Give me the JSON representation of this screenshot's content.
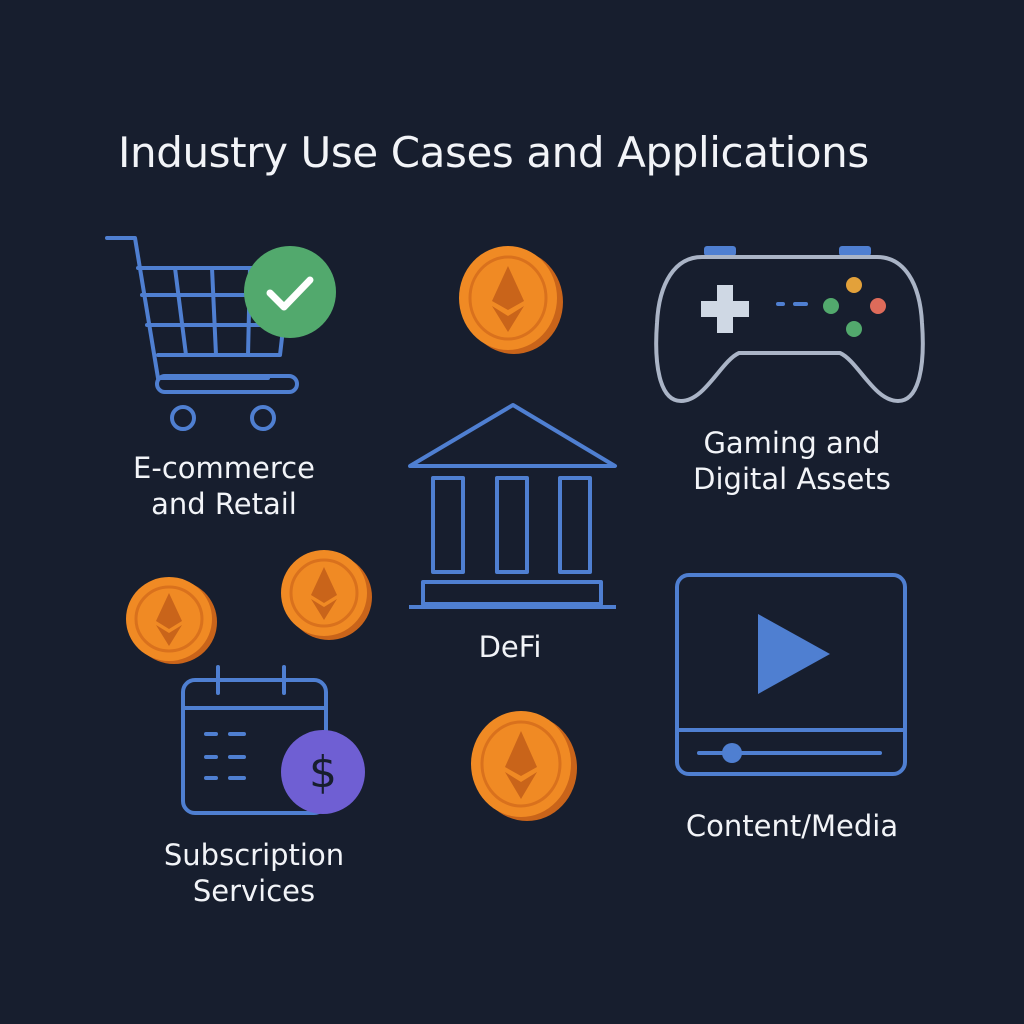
{
  "title": "Industry Use Cases and Applications",
  "use_cases": [
    {
      "lines": [
        "E-commerce",
        "and Retail"
      ],
      "icon": "shopping-cart-check-icon"
    },
    {
      "lines": [
        "DeFi"
      ],
      "icon": "bank-icon"
    },
    {
      "lines": [
        "Gaming and",
        "Digital Assets"
      ],
      "icon": "game-controller-icon"
    },
    {
      "lines": [
        "Subscription",
        "Services"
      ],
      "icon": "calendar-dollar-icon"
    },
    {
      "lines": [
        "Content/Media"
      ],
      "icon": "video-player-icon"
    }
  ],
  "colors": {
    "background": "#171e2e",
    "icon_stroke": "#4f7fd1",
    "check_badge": "#52a96d",
    "dollar_badge": "#6f5fd3",
    "coin": "#f08a24",
    "coin_edge": "#c9641a",
    "play": "#4f7fd1",
    "controller_stroke": "#aab4c6"
  },
  "decorations": [
    "ethereum-coin-icon",
    "ethereum-coin-icon",
    "ethereum-coin-icon",
    "ethereum-coin-icon"
  ]
}
